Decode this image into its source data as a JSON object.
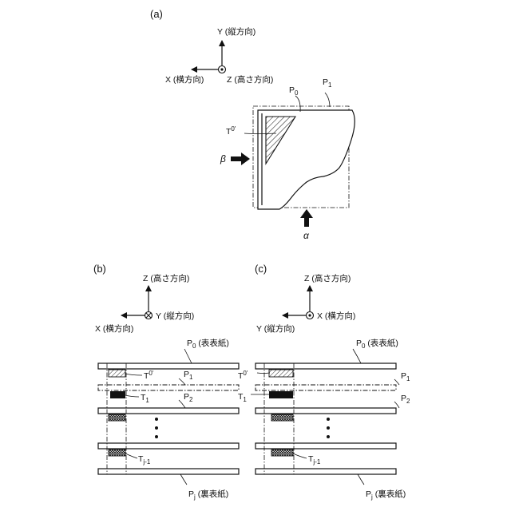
{
  "panel_a": {
    "label": "(a)",
    "axis_y": "Y (縦方向)",
    "axis_x": "X (横方向)",
    "axis_z": "Z (高さ方向)",
    "p0": "P",
    "p0_sub": "0",
    "p1": "P",
    "p1_sub": "1",
    "t0": "T",
    "t0_sub": "0'",
    "beta": "β",
    "alpha": "α"
  },
  "panel_b": {
    "label": "(b)",
    "axis_z": "Z (高さ方向)",
    "axis_y": "Y (縦方向)",
    "axis_x": "X (横方向)",
    "p0": "P",
    "p0_sub": "0",
    "p0_note": " (表表紙)",
    "p1": "P",
    "p1_sub": "1",
    "p2": "P",
    "p2_sub": "2",
    "pj": "P",
    "pj_sub": "j",
    "pj_note": " (裏表紙)",
    "t0": "T",
    "t0_sub": "0'",
    "t1": "T",
    "t1_sub": "1",
    "tj": "T",
    "tj_sub": "j-1"
  },
  "panel_c": {
    "label": "(c)",
    "axis_z": "Z (高さ方向)",
    "axis_x": "X (横方向)",
    "axis_y": "Y (縦方向)",
    "p0": "P",
    "p0_sub": "0",
    "p0_note": " (表表紙)",
    "p1": "P",
    "p1_sub": "1",
    "p2": "P",
    "p2_sub": "2",
    "pj": "P",
    "pj_sub": "j",
    "pj_note": " (裏表紙)",
    "t0": "T",
    "t0_sub": "0'",
    "t1": "T",
    "t1_sub": "1",
    "tj": "T",
    "tj_sub": "j-1"
  }
}
